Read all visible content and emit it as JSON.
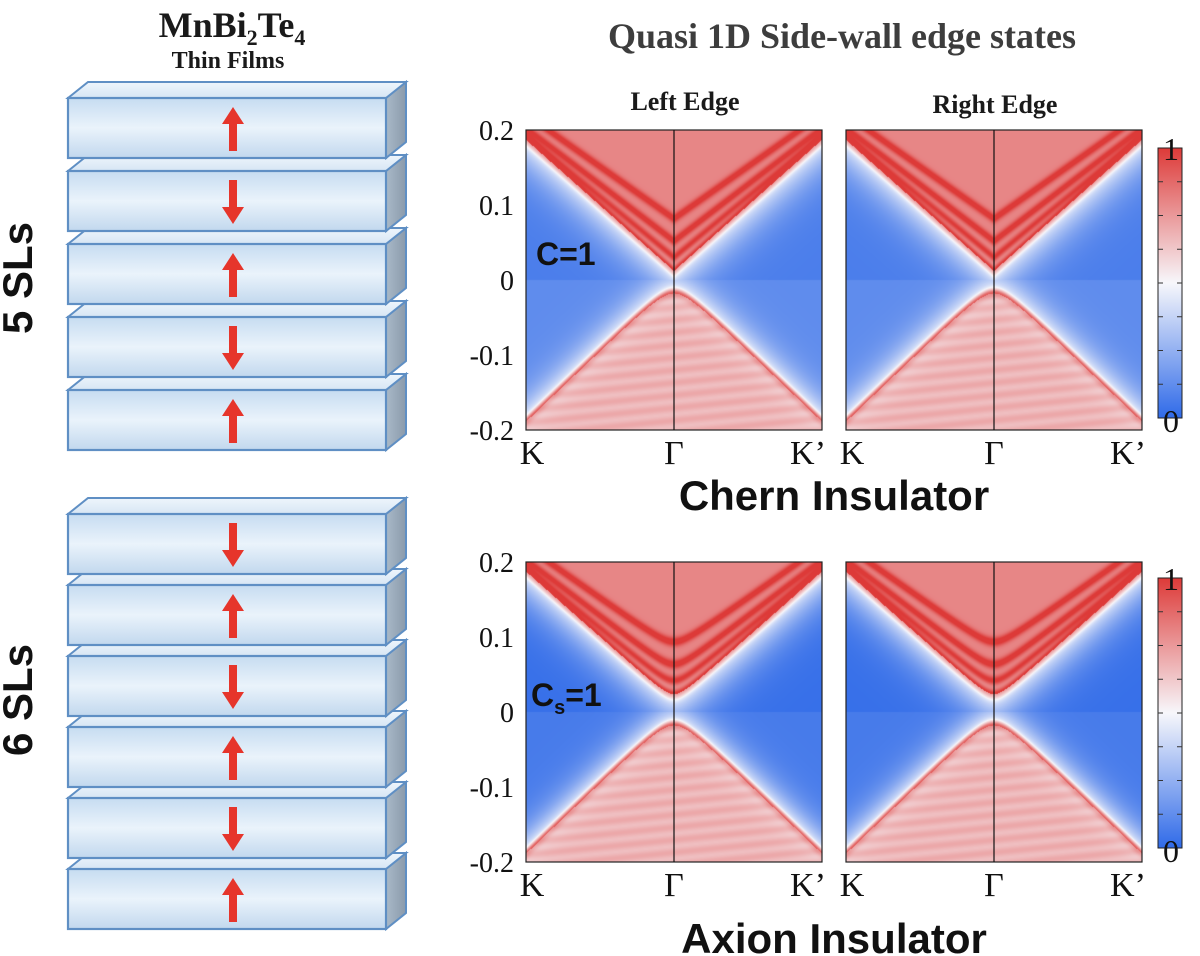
{
  "film": {
    "formula_main": "MnBi",
    "formula_sub1": "2",
    "formula_mid": "Te",
    "formula_sub2": "4",
    "subtitle": "Thin Films",
    "stacks": [
      {
        "label": "5 SLs",
        "spins": [
          "up",
          "down",
          "up",
          "down",
          "up"
        ]
      },
      {
        "label": "6 SLs",
        "spins": [
          "down",
          "up",
          "down",
          "up",
          "down",
          "up"
        ]
      }
    ]
  },
  "header": {
    "title": "Quasi 1D Side-wall edge states"
  },
  "columns": [
    {
      "title": "Left Edge"
    },
    {
      "title": "Right Edge"
    }
  ],
  "rows": [
    {
      "label": "Chern Insulator",
      "invariant_main": "C",
      "invariant_sub": "",
      "invariant_rest": "=1"
    },
    {
      "label": "Axion Insulator",
      "invariant_main": "C",
      "invariant_sub": "s",
      "invariant_rest": "=1"
    }
  ],
  "plot": {
    "y_ticks": [
      "0.2",
      "0.1",
      "0",
      "-0.1",
      "-0.2"
    ],
    "x_ticks_left": [
      "K",
      "Γ",
      "K’"
    ],
    "x_ticks_right": [
      "K",
      "Γ",
      "K’"
    ],
    "colorbar_ticks": [
      "1",
      "0"
    ]
  },
  "chart_data": {
    "type": "heatmap",
    "panels": [
      {
        "row": "Chern Insulator",
        "edge": "Left Edge",
        "gap": 0.0
      },
      {
        "row": "Chern Insulator",
        "edge": "Right Edge",
        "gap": 0.0
      },
      {
        "row": "Axion Insulator",
        "edge": "Left Edge",
        "gap": 0.012
      },
      {
        "row": "Axion Insulator",
        "edge": "Right Edge",
        "gap": 0.012
      }
    ],
    "ylim": [
      -0.2,
      0.2
    ],
    "x_categories": [
      "K",
      "Γ",
      "K’"
    ],
    "colorscale": {
      "min": 0,
      "max": 1,
      "low_color": "#2f6ae8",
      "mid_color": "#f7f7fb",
      "high_color": "#dd3a38"
    }
  },
  "colors": {
    "spin_arrow": "#e6352b",
    "slab_fill": "#d8e8f6",
    "slab_edge": "#5f8fc4"
  }
}
